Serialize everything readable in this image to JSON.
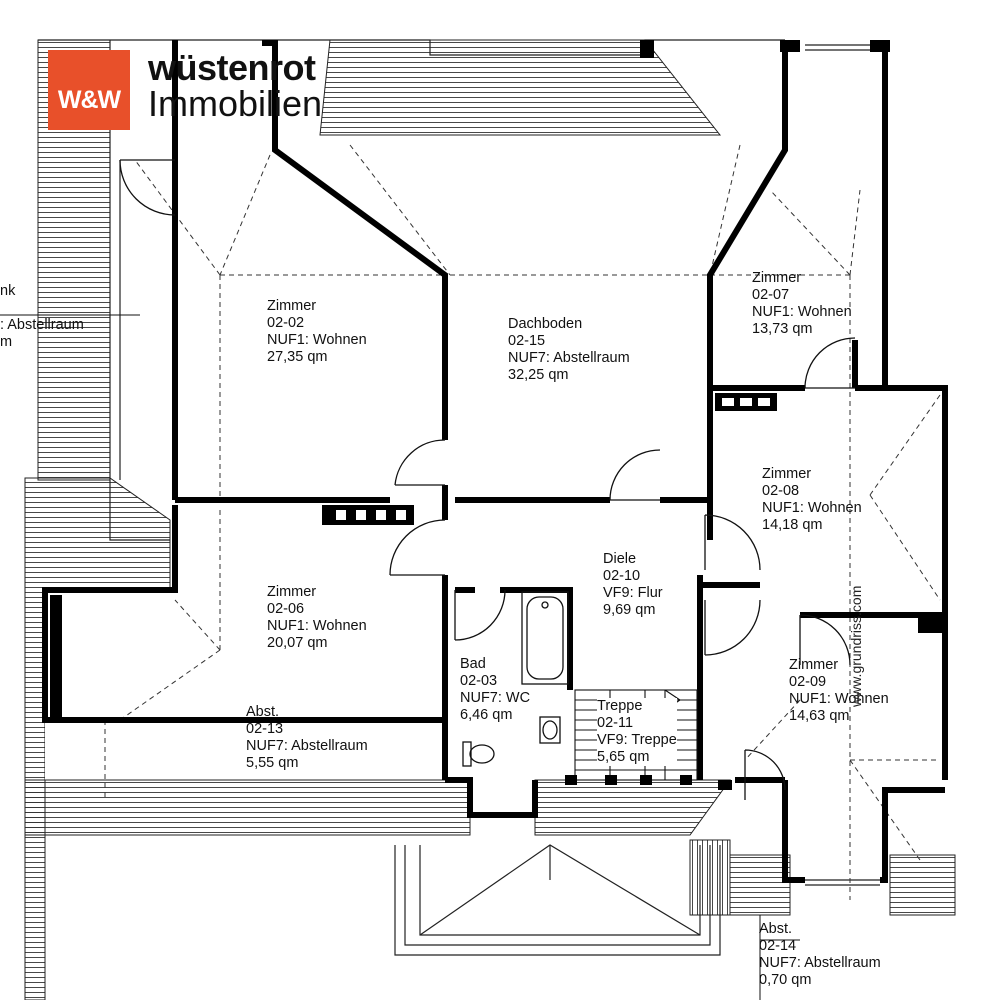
{
  "logo": {
    "mark": "W&W",
    "name": "wüstenrot",
    "subtitle": "Immobilien",
    "color": "#e8502a"
  },
  "watermark": "www.grundriss.com",
  "edge_fragments": [
    "nk",
    ": Abstellraum",
    "m"
  ],
  "rooms": [
    {
      "id": "zimmer-02-02",
      "name": "Zimmer",
      "number": "02-02",
      "use": "NUF1: Wohnen",
      "area": "27,35 qm"
    },
    {
      "id": "dachboden-02-15",
      "name": "Dachboden",
      "number": "02-15",
      "use": "NUF7: Abstellraum",
      "area": "32,25 qm"
    },
    {
      "id": "zimmer-02-07",
      "name": "Zimmer",
      "number": "02-07",
      "use": "NUF1: Wohnen",
      "area": "13,73 qm"
    },
    {
      "id": "zimmer-02-08",
      "name": "Zimmer",
      "number": "02-08",
      "use": "NUF1: Wohnen",
      "area": "14,18 qm"
    },
    {
      "id": "diele-02-10",
      "name": "Diele",
      "number": "02-10",
      "use": "VF9: Flur",
      "area": "9,69 qm"
    },
    {
      "id": "zimmer-02-06",
      "name": "Zimmer",
      "number": "02-06",
      "use": "NUF1: Wohnen",
      "area": "20,07 qm"
    },
    {
      "id": "zimmer-02-09",
      "name": "Zimmer",
      "number": "02-09",
      "use": "NUF1: Wohnen",
      "area": "14,63 qm"
    },
    {
      "id": "bad-02-03",
      "name": "Bad",
      "number": "02-03",
      "use": "NUF7: WC",
      "area": "6,46 qm"
    },
    {
      "id": "treppe-02-11",
      "name": "Treppe",
      "number": "02-11",
      "use": "VF9: Treppe",
      "area": "5,65 qm"
    },
    {
      "id": "abst-02-13",
      "name": "Abst.",
      "number": "02-13",
      "use": "NUF7: Abstellraum",
      "area": "5,55 qm"
    },
    {
      "id": "abst-02-14",
      "name": "Abst.",
      "number": "02-14",
      "use": "NUF7: Abstellraum",
      "area": "0,70 qm"
    }
  ]
}
